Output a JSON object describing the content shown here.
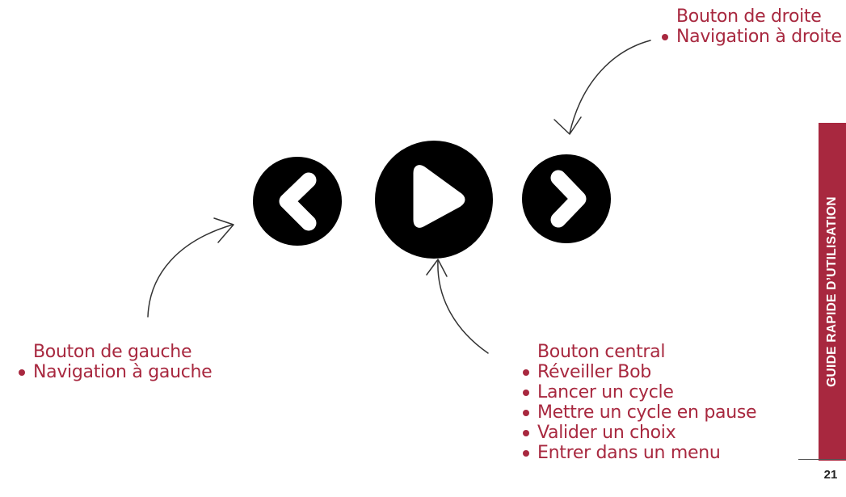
{
  "colors": {
    "accent": "#a8283f",
    "button": "#000000",
    "button_glyph": "#ffffff"
  },
  "buttons": [
    {
      "name": "left-button",
      "icon": "chevron-left-icon"
    },
    {
      "name": "center-button",
      "icon": "play-icon"
    },
    {
      "name": "right-button",
      "icon": "chevron-right-icon"
    }
  ],
  "notes": {
    "right": {
      "title": "Bouton de droite",
      "items": [
        "Navigation à droite"
      ]
    },
    "left": {
      "title": "Bouton de gauche",
      "items": [
        "Navigation à gauche"
      ]
    },
    "center": {
      "title": "Bouton central",
      "items": [
        "Réveiller Bob",
        "Lancer un cycle",
        "Mettre un cycle en pause",
        "Valider un choix",
        "Entrer dans un menu"
      ]
    }
  },
  "side_tab": {
    "label": "GUIDE RAPIDE D’UTILISATION"
  },
  "page_number": "21"
}
